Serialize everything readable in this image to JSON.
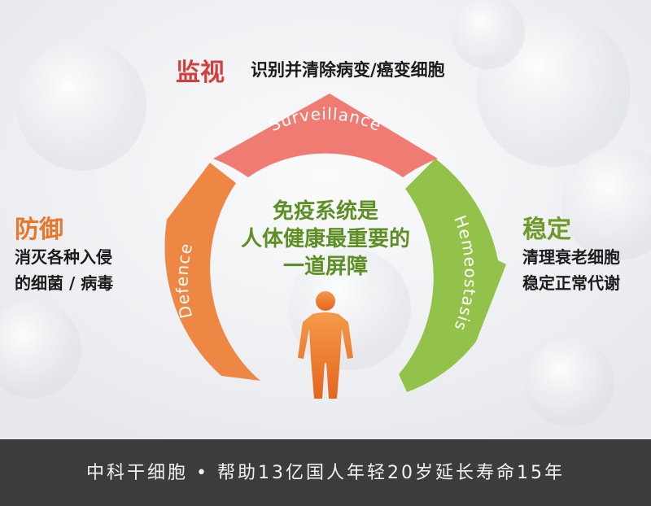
{
  "diagram": {
    "arcs": [
      {
        "id": "top",
        "label": "Surveillance",
        "color": "#ef7b72"
      },
      {
        "id": "left",
        "label": "Defence",
        "color": "#ee8744"
      },
      {
        "id": "right",
        "label": "Hemeostasis",
        "color": "#93c24b"
      }
    ],
    "surveillance": {
      "title": "监视",
      "desc": "识别并清除病变/癌变细胞"
    },
    "defence": {
      "title": "防御",
      "desc_line1": "消灭各种入侵",
      "desc_line2": "的细菌 / 病毒"
    },
    "stability": {
      "title": "稳定",
      "desc_line1": "清理衰老细胞",
      "desc_line2": "稳定正常代谢"
    },
    "center": {
      "line1": "免疫系统是",
      "line2": "人体健康最重要的",
      "line3": "一道屏障",
      "figure_icon": "human-figure-icon"
    }
  },
  "footer": {
    "text": "中科干细胞 • 帮助13亿国人年轻20岁延长寿命15年"
  }
}
